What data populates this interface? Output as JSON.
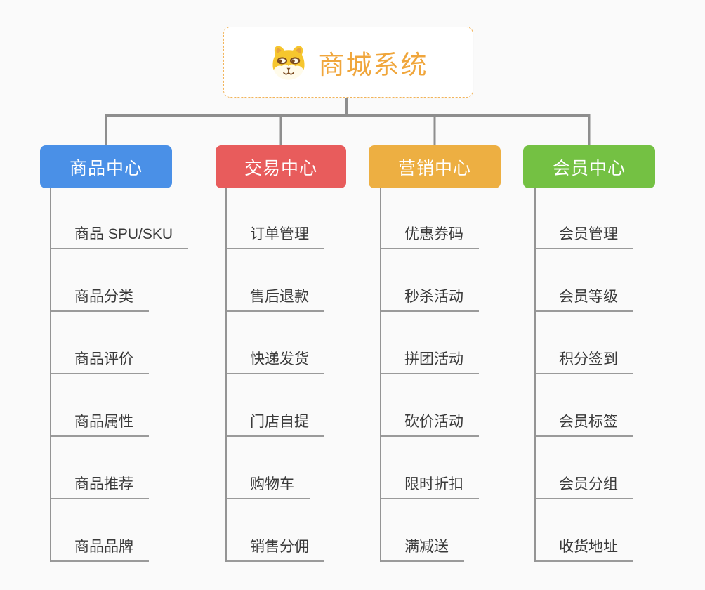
{
  "root": {
    "title": "商城系统",
    "icon": "dog-face-icon",
    "accent_color": "#f0a63c",
    "border_color": "#f2b45a"
  },
  "branches": [
    {
      "label": "商品中心",
      "color": "#4a90e7",
      "children": [
        "商品 SPU/SKU",
        "商品分类",
        "商品评价",
        "商品属性",
        "商品推荐",
        "商品品牌"
      ]
    },
    {
      "label": "交易中心",
      "color": "#e85c5c",
      "children": [
        "订单管理",
        "售后退款",
        "快递发货",
        "门店自提",
        "购物车",
        "销售分佣"
      ]
    },
    {
      "label": "营销中心",
      "color": "#edaf42",
      "children": [
        "优惠券码",
        "秒杀活动",
        "拼团活动",
        "砍价活动",
        "限时折扣",
        "满减送"
      ]
    },
    {
      "label": "会员中心",
      "color": "#74c143",
      "children": [
        "会员管理",
        "会员等级",
        "积分签到",
        "会员标签",
        "会员分组",
        "收货地址"
      ]
    }
  ],
  "colors": {
    "background": "#fafafa",
    "connector": "#8e8e8e",
    "underline": "#9a9a9a",
    "leaf_text": "#3a3a3a"
  }
}
